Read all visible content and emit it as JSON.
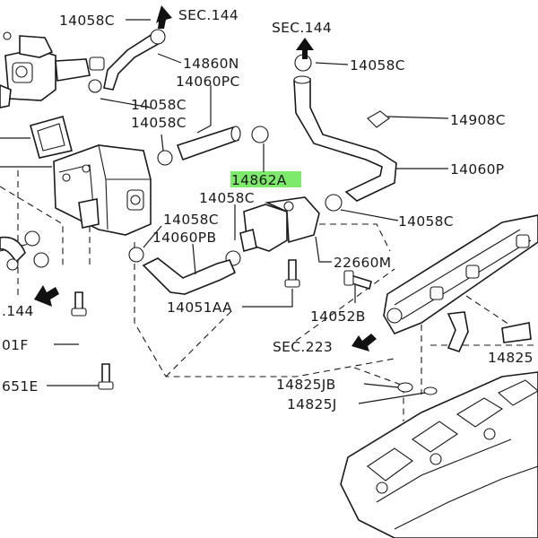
{
  "highlight_color": "#7dea6b",
  "labels": {
    "p14058c_top": "14058C",
    "sec144_top": "SEC.144",
    "p14860n": "14860N",
    "sec144_right": "SEC.144",
    "p14058c_right_top": "14058C",
    "p14060pc": "14060PC",
    "p14058c_a": "14058C",
    "p14058c_b": "14058C",
    "p14908c": "14908C",
    "p14060p": "14060P",
    "p14862a": "14862A",
    "p14058c_mid": "14058C",
    "p14058c_right_mid": "14058C",
    "p14058c_left_mid": "14058C",
    "p14060pb": "14060PB",
    "p22660m": "22660M",
    "p14051aa": "14051AA",
    "p14052b": "14052B",
    "sec144_left": ".144",
    "p01f": "01F",
    "sec223": "SEC.223",
    "p14825_right": "14825",
    "p14825jb": "14825JB",
    "p14825j": "14825J",
    "p651e": "651E"
  }
}
